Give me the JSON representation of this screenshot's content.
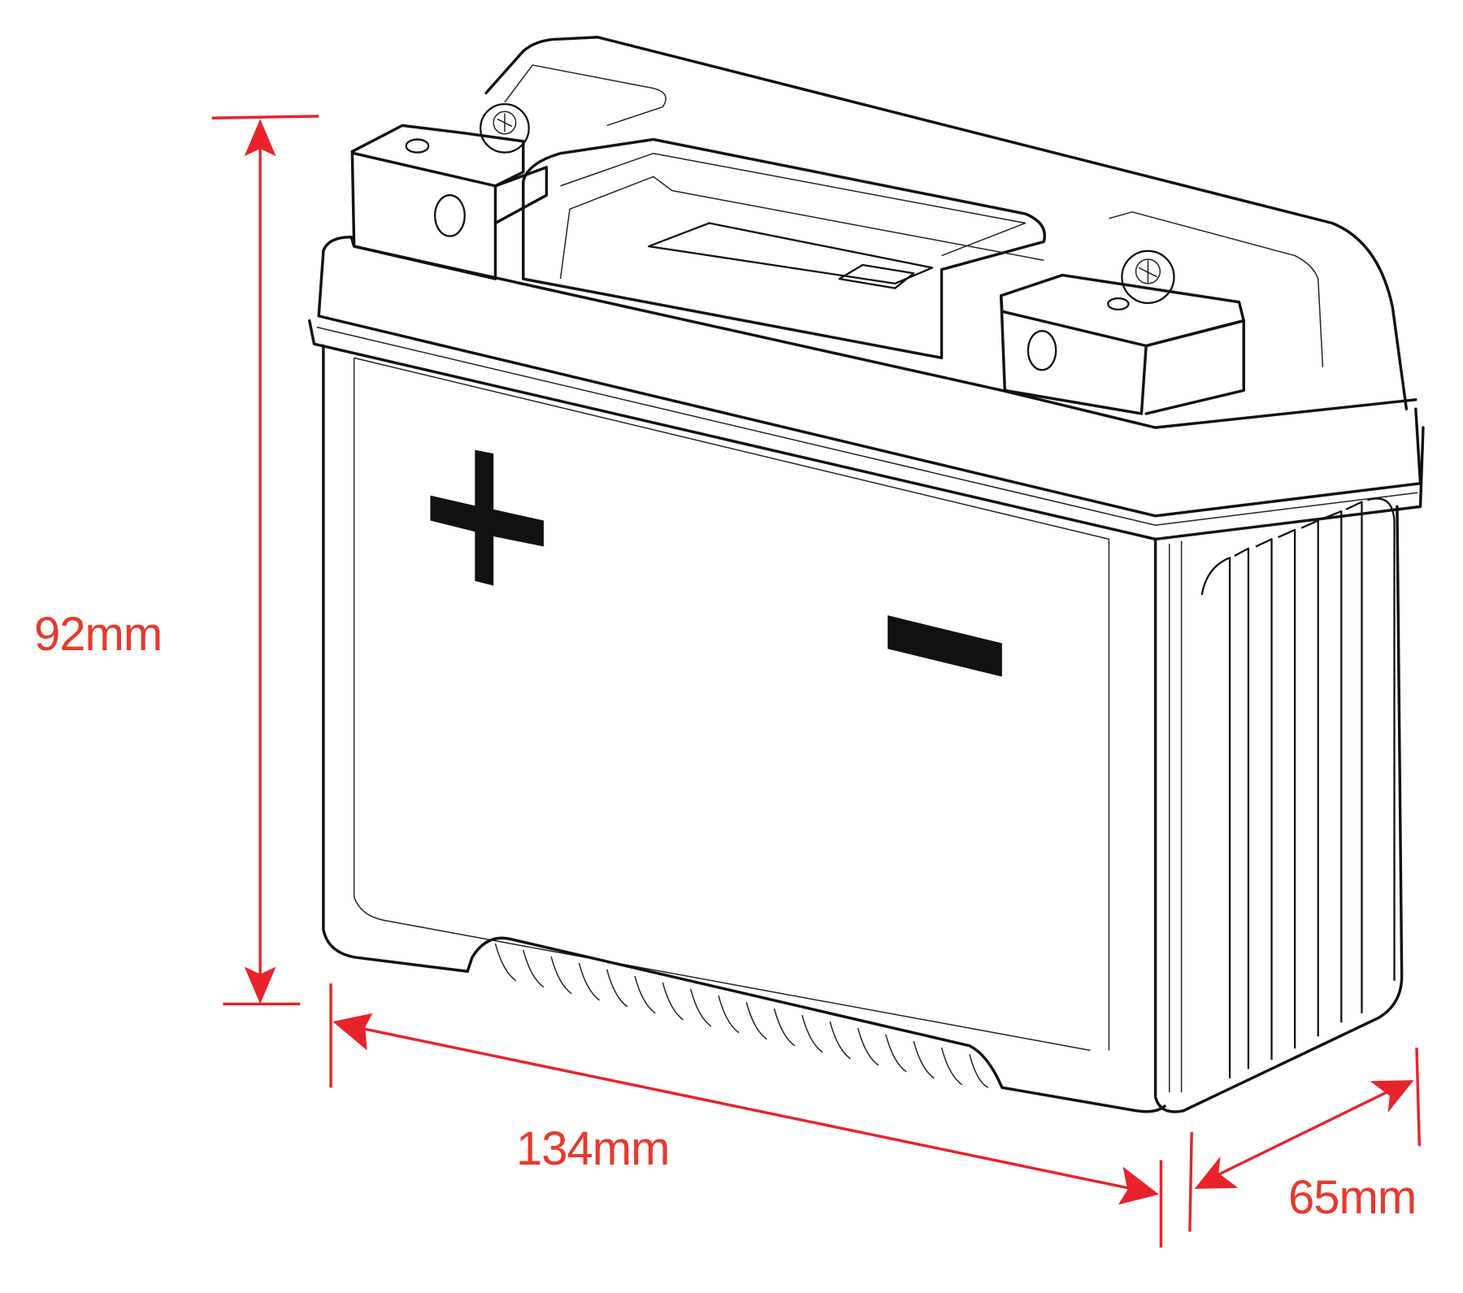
{
  "diagram": {
    "subject": "Battery with dimensions",
    "symbols": {
      "positive": "+",
      "negative": "−"
    },
    "colors": {
      "dimension": "#e8392b",
      "outline": "#111111",
      "background": "#ffffff"
    }
  },
  "dimensions": {
    "height": {
      "label": "92mm"
    },
    "length": {
      "label": "134mm"
    },
    "width": {
      "label": "65mm"
    }
  }
}
